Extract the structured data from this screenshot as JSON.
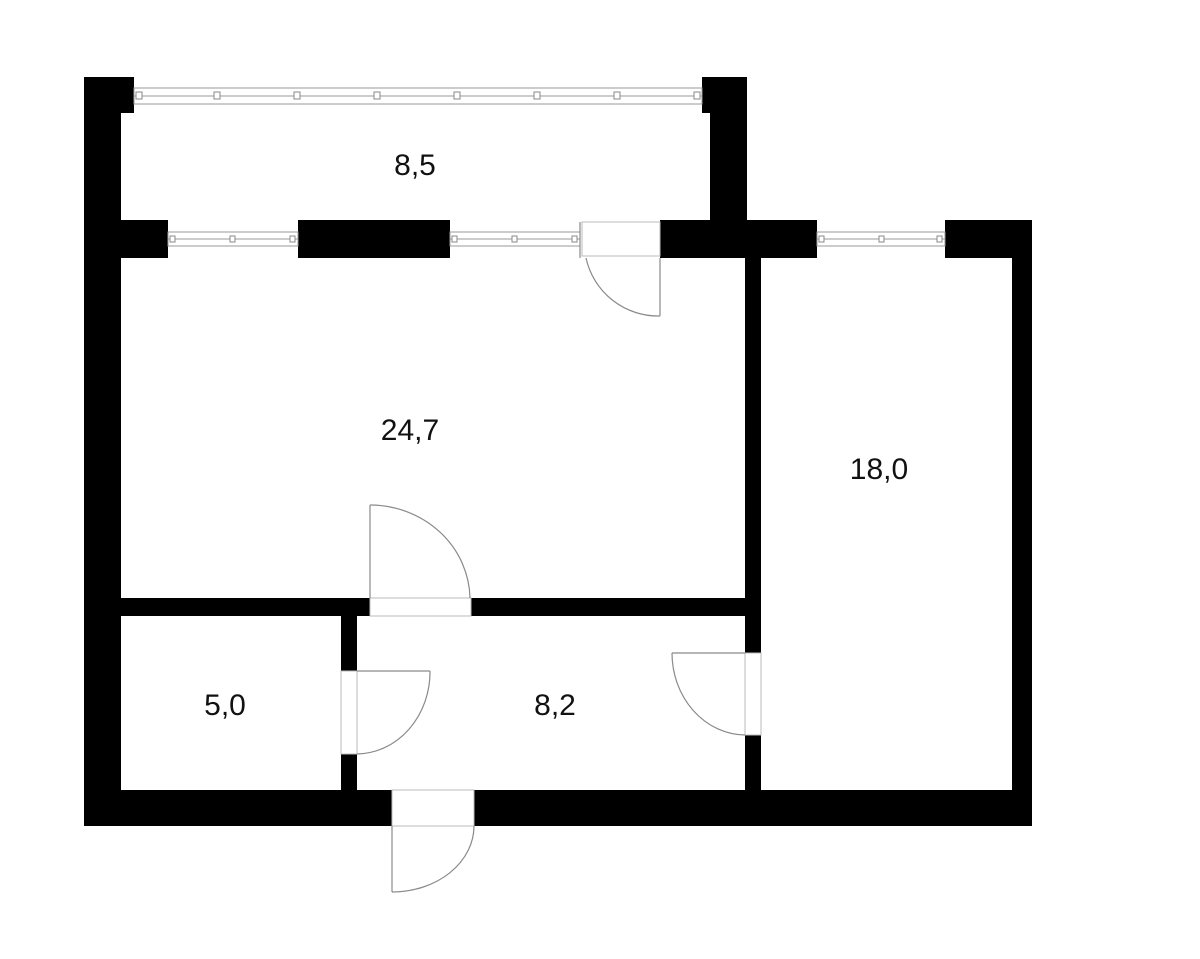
{
  "plan": {
    "rooms": [
      {
        "id": "balcony",
        "area": "8,5"
      },
      {
        "id": "living",
        "area": "24,7"
      },
      {
        "id": "bedroom",
        "area": "18,0"
      },
      {
        "id": "bathroom",
        "area": "5,0"
      },
      {
        "id": "hall",
        "area": "8,2"
      }
    ]
  },
  "colors": {
    "wall": "#000000",
    "background": "#ffffff",
    "fixture_lines": "#8a8a8a"
  }
}
